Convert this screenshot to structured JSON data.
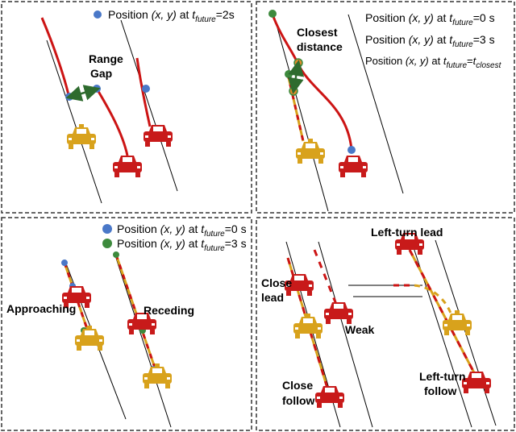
{
  "colors": {
    "red_car": "#c81a1a",
    "yellow_car": "#d8a21c",
    "blue_dot": "#4a78c8",
    "green_dot": "#3d8a3d",
    "trajectory": "#cc1414",
    "arrow": "#2e6b2e",
    "panel_border": "#333333"
  },
  "icons": [
    "car-icon",
    "position-dot-icon",
    "double-arrow-icon"
  ],
  "panel1": {
    "legend_prefix": "Position ",
    "legend_xy": "(x, y)",
    "legend_at": " at ",
    "legend_t": "t",
    "legend_sub": "future",
    "legend_suffix": "=2s",
    "label_line1": "Range",
    "label_line2": "Gap"
  },
  "panel2": {
    "closest_line1": "Closest",
    "closest_line2": "distance",
    "legend": [
      {
        "prefix": "Position ",
        "xy": "(x, y)",
        "at": " at ",
        "t": "t",
        "sub": "future",
        "suffix": "=0 s",
        "tail_t": "",
        "tail_sub": ""
      },
      {
        "prefix": "Position ",
        "xy": "(x, y)",
        "at": " at ",
        "t": "t",
        "sub": "future",
        "suffix": "=3 s",
        "tail_t": "",
        "tail_sub": ""
      },
      {
        "prefix": "Position ",
        "xy": "(x, y)",
        "at": " at ",
        "t": "t",
        "sub": "future",
        "suffix": "=",
        "tail_t": "t",
        "tail_sub": "closest"
      }
    ]
  },
  "panel3": {
    "legend": [
      {
        "prefix": "Position ",
        "xy": "(x, y)",
        "at": " at ",
        "t": "t",
        "sub": "future",
        "suffix": "=0 s"
      },
      {
        "prefix": "Position ",
        "xy": "(x, y)",
        "at": " at ",
        "t": "t",
        "sub": "future",
        "suffix": "=3 s"
      }
    ],
    "approaching": "Approaching",
    "receding": "Receding"
  },
  "panel4": {
    "left_turn_lead": "Left-turn lead",
    "close_lead_1": "Close",
    "close_lead_2": "lead",
    "weak": "Weak",
    "left_turn_follow_1": "Left-turn",
    "left_turn_follow_2": "follow",
    "close_follow_1": "Close",
    "close_follow_2": "follow"
  }
}
